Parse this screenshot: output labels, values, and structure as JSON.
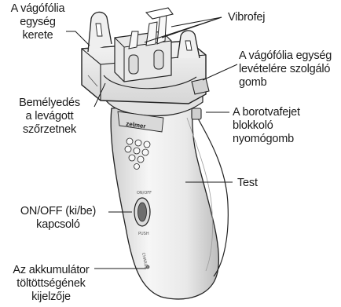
{
  "labels": {
    "frame": "A vágófólia\negység\nkerete",
    "vibro_head": "Vibrofej",
    "release_button": "A vágófólia egység\nlevételére szolgáló\ngomb",
    "hair_cavity": "Bemélyedés\na levágott\nszőrzetnek",
    "lock_button": "A borotvafejet\nblokkoló\nnyomógomb",
    "body": "Test",
    "power_switch": "ON/OFF (ki/be)\nkapcsoló",
    "battery_indicator": "Az akkumulátor\ntöltöttségének\nkijelzője"
  },
  "device": {
    "brand": "zelmer",
    "switch_on_label": "ON/OFF",
    "switch_sub_label": "PUSH",
    "charge_label": "CHARGE"
  },
  "colors": {
    "outline": "#222222",
    "body_fill": "#f3f3f3",
    "shadow": "#c8c8c8"
  }
}
